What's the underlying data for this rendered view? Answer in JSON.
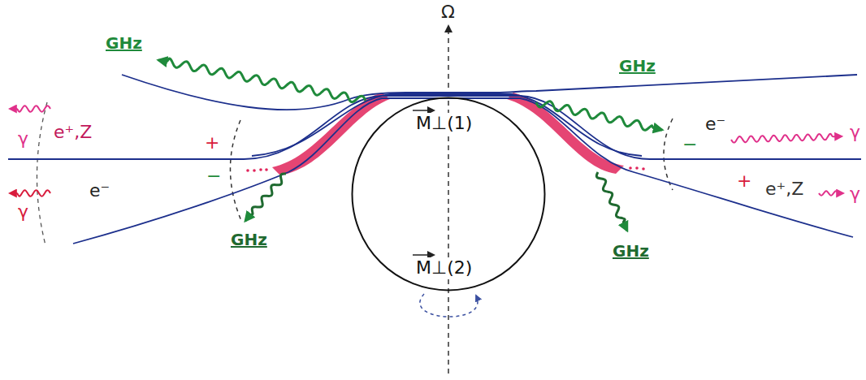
{
  "diagram": {
    "nodes": [
      {
        "text": [
          "M⊥(1)",
          "M⊥(2)"
        ]
      }
    ],
    "labels": [
      "Ω",
      "GHz",
      "GHz",
      "e⁺,Z",
      "γ",
      "+",
      "−",
      "e⁻",
      "γ",
      "GHz",
      "GHz",
      "−",
      "e⁻",
      "γ",
      "+",
      "e⁺,Z",
      "γ"
    ]
  }
}
